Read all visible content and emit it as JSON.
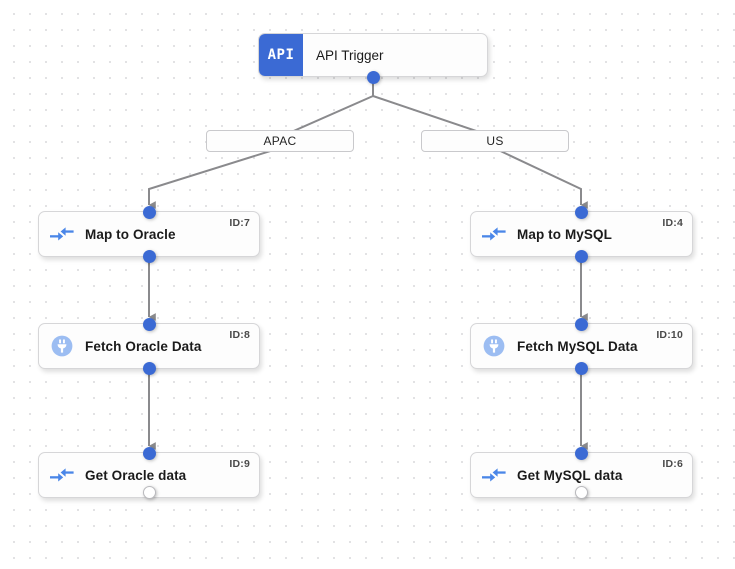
{
  "canvas": {
    "background_color": "#ffffff",
    "dot_color": "#e2e2e4",
    "accent_color": "#3b6ad4",
    "edge_color": "#8a8a8d"
  },
  "trigger": {
    "badge_text": "API",
    "label": "API Trigger",
    "icon": "api-badge-icon"
  },
  "branches": [
    {
      "label": "APAC"
    },
    {
      "label": "US"
    }
  ],
  "nodes": [
    {
      "label": "Map to Oracle",
      "id_text": "ID:7",
      "icon": "map-arrows-icon"
    },
    {
      "label": "Fetch Oracle Data",
      "id_text": "ID:8",
      "icon": "connector-plug-icon"
    },
    {
      "label": "Get Oracle data",
      "id_text": "ID:9",
      "icon": "map-arrows-icon"
    },
    {
      "label": "Map to MySQL",
      "id_text": "ID:4",
      "icon": "map-arrows-icon"
    },
    {
      "label": "Fetch MySQL Data",
      "id_text": "ID:10",
      "icon": "connector-plug-icon"
    },
    {
      "label": "Get MySQL data",
      "id_text": "ID:6",
      "icon": "map-arrows-icon"
    }
  ]
}
